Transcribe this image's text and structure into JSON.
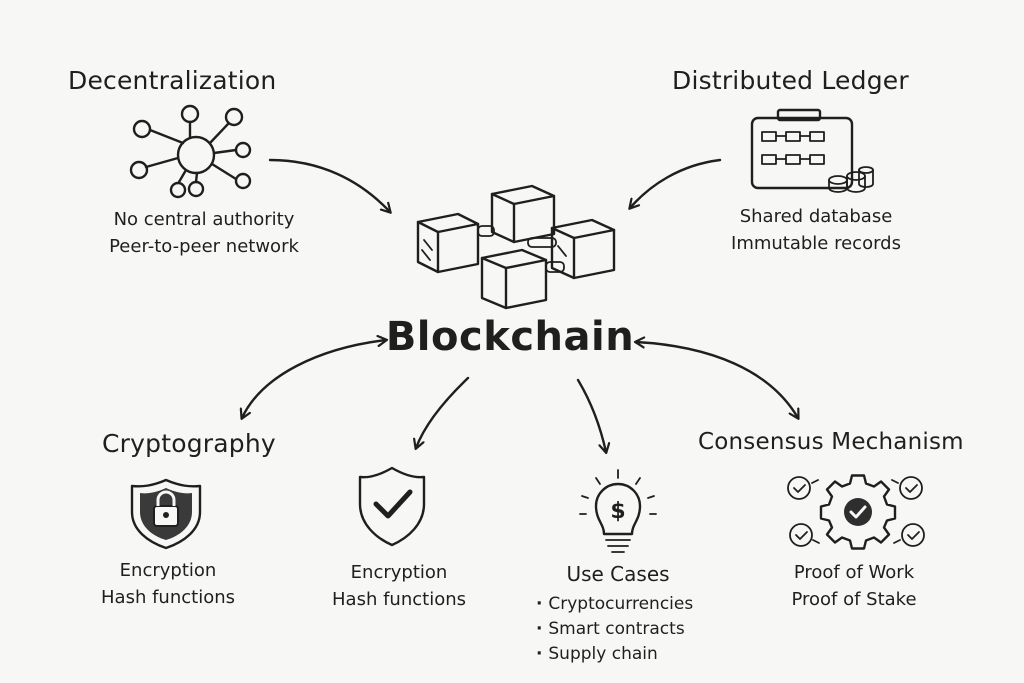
{
  "center": {
    "title": "Blockchain"
  },
  "decentralization": {
    "title": "Decentralization",
    "lines": [
      "No central authority",
      "Peer-to-peer network"
    ]
  },
  "ledger": {
    "title": "Distributed Ledger",
    "lines": [
      "Shared database",
      "Immutable records"
    ]
  },
  "cryptography": {
    "title": "Cryptography",
    "lines": [
      "Encryption",
      "Hash functions"
    ]
  },
  "security": {
    "lines": [
      "Encryption",
      "Hash functions"
    ]
  },
  "use_cases": {
    "title": "Use Cases",
    "items": [
      "Cryptocurrencies",
      "Smart contracts",
      "Supply chain"
    ]
  },
  "consensus": {
    "title": "Consensus Mechanism",
    "lines": [
      "Proof of Work",
      "Proof of Stake"
    ]
  },
  "icons": {
    "decentralization": "network-hub-icon",
    "ledger": "ledger-board-icon",
    "blockchain": "chained-blocks-icon",
    "cryptography": "padlock-shield-icon",
    "security": "checkmark-shield-icon",
    "use_cases": "lightbulb-dollar-icon",
    "consensus": "gear-checkmarks-icon"
  }
}
